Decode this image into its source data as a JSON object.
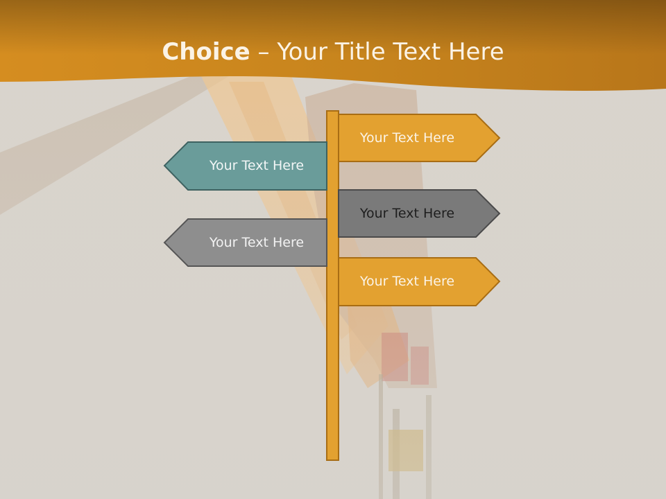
{
  "slide": {
    "title_bold": "Choice",
    "title_dash": " – ",
    "title_rest": "Your Title Text Here"
  },
  "signs": [
    {
      "label": "Your Text Here",
      "direction": "right",
      "color": "#e3a130"
    },
    {
      "label": "Your Text Here",
      "direction": "left",
      "color": "#6a9c9a"
    },
    {
      "label": "Your Text Here",
      "direction": "right",
      "color": "#7a7a7a"
    },
    {
      "label": "Your Text Here",
      "direction": "left",
      "color": "#8e8e8e"
    },
    {
      "label": "Your Text Here",
      "direction": "right",
      "color": "#e3a130"
    }
  ],
  "colors": {
    "header": "#cf8a1f",
    "post": "#e3a130",
    "outline": "#a86d14"
  }
}
